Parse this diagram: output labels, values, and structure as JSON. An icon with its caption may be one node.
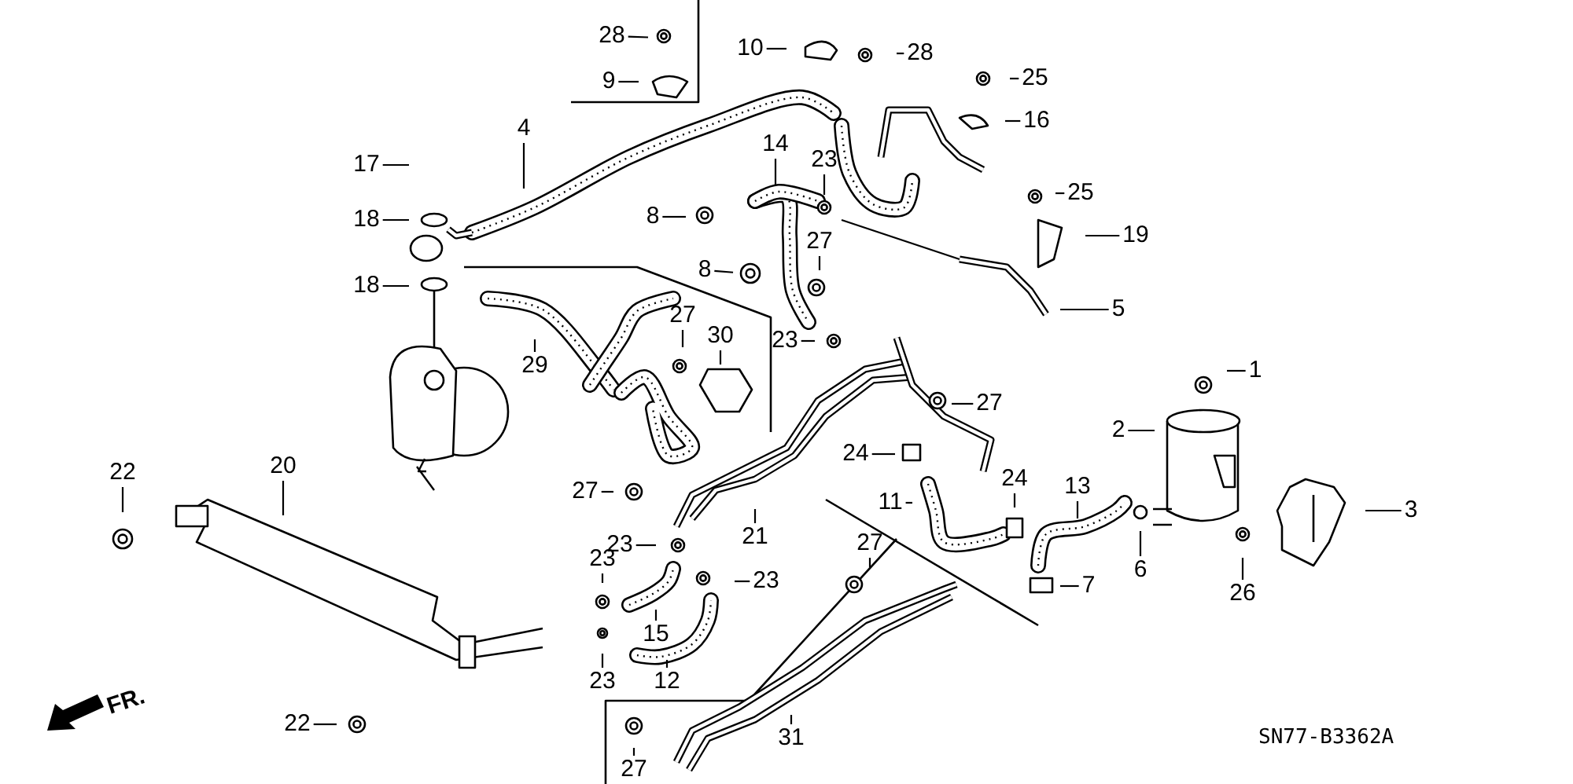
{
  "diagram": {
    "nodes": [
      {
        "text": [
          "28"
        ]
      },
      {
        "text": [
          "9"
        ]
      },
      {
        "text": [
          "10"
        ]
      },
      {
        "text": [
          "28"
        ]
      },
      {
        "text": [
          "25"
        ]
      },
      {
        "text": [
          "16"
        ]
      },
      {
        "text": [
          "4"
        ]
      },
      {
        "text": [
          "17"
        ]
      },
      {
        "text": [
          "18"
        ]
      },
      {
        "text": [
          "8"
        ]
      },
      {
        "text": [
          "14"
        ]
      },
      {
        "text": [
          "23"
        ]
      },
      {
        "text": [
          "25"
        ]
      },
      {
        "text": [
          "19"
        ]
      },
      {
        "text": [
          "18"
        ]
      },
      {
        "text": [
          "8"
        ]
      },
      {
        "text": [
          "27"
        ]
      },
      {
        "text": [
          "5"
        ]
      },
      {
        "text": [
          "23"
        ]
      },
      {
        "text": [
          "29"
        ]
      },
      {
        "text": [
          "27"
        ]
      },
      {
        "text": [
          "30"
        ]
      },
      {
        "text": [
          "1"
        ]
      },
      {
        "text": [
          "27"
        ]
      },
      {
        "text": [
          "2"
        ]
      },
      {
        "text": [
          "22"
        ]
      },
      {
        "text": [
          "20"
        ]
      },
      {
        "text": [
          "27"
        ]
      },
      {
        "text": [
          "24"
        ]
      },
      {
        "text": [
          "11"
        ]
      },
      {
        "text": [
          "24"
        ]
      },
      {
        "text": [
          "13"
        ]
      },
      {
        "text": [
          "3"
        ]
      },
      {
        "text": [
          "21"
        ]
      },
      {
        "text": [
          "23"
        ]
      },
      {
        "text": [
          "23"
        ]
      },
      {
        "text": [
          "23"
        ]
      },
      {
        "text": [
          "6"
        ]
      },
      {
        "text": [
          "7"
        ]
      },
      {
        "text": [
          "26"
        ]
      },
      {
        "text": [
          "15"
        ]
      },
      {
        "text": [
          "27"
        ]
      },
      {
        "text": [
          "23"
        ]
      },
      {
        "text": [
          "12"
        ]
      },
      {
        "text": [
          "22"
        ]
      },
      {
        "text": [
          "31"
        ]
      },
      {
        "text": [
          "27"
        ]
      }
    ],
    "edges": [
      {
        "from": 0,
        "to": null,
        "arrow": "none"
      },
      {
        "from": 1,
        "to": null,
        "arrow": "none"
      },
      {
        "from": 2,
        "to": null,
        "arrow": "none"
      },
      {
        "from": 3,
        "to": null,
        "arrow": "none"
      },
      {
        "from": 4,
        "to": null,
        "arrow": "none"
      },
      {
        "from": 5,
        "to": null,
        "arrow": "none"
      },
      {
        "from": 6,
        "to": null,
        "arrow": "none"
      },
      {
        "from": 7,
        "to": null,
        "arrow": "none"
      },
      {
        "from": 8,
        "to": null,
        "arrow": "none"
      },
      {
        "from": 9,
        "to": null,
        "arrow": "none"
      },
      {
        "from": 10,
        "to": null,
        "arrow": "none"
      },
      {
        "from": 11,
        "to": null,
        "arrow": "none"
      },
      {
        "from": 12,
        "to": null,
        "arrow": "none"
      },
      {
        "from": 13,
        "to": null,
        "arrow": "none"
      },
      {
        "from": 14,
        "to": null,
        "arrow": "none"
      },
      {
        "from": 15,
        "to": null,
        "arrow": "none"
      },
      {
        "from": 16,
        "to": null,
        "arrow": "none"
      },
      {
        "from": 17,
        "to": null,
        "arrow": "none"
      },
      {
        "from": 18,
        "to": null,
        "arrow": "none"
      },
      {
        "from": 19,
        "to": null,
        "arrow": "none"
      },
      {
        "from": 20,
        "to": null,
        "arrow": "none"
      },
      {
        "from": 21,
        "to": null,
        "arrow": "none"
      },
      {
        "from": 22,
        "to": null,
        "arrow": "none"
      },
      {
        "from": 23,
        "to": null,
        "arrow": "none"
      },
      {
        "from": 24,
        "to": null,
        "arrow": "none"
      },
      {
        "from": 25,
        "to": null,
        "arrow": "none"
      },
      {
        "from": 26,
        "to": null,
        "arrow": "none"
      },
      {
        "from": 27,
        "to": null,
        "arrow": "none"
      },
      {
        "from": 28,
        "to": null,
        "arrow": "none"
      },
      {
        "from": 29,
        "to": null,
        "arrow": "none"
      },
      {
        "from": 30,
        "to": null,
        "arrow": "none"
      },
      {
        "from": 31,
        "to": null,
        "arrow": "none"
      },
      {
        "from": 32,
        "to": null,
        "arrow": "none"
      },
      {
        "from": 33,
        "to": null,
        "arrow": "none"
      },
      {
        "from": 34,
        "to": null,
        "arrow": "none"
      },
      {
        "from": 35,
        "to": null,
        "arrow": "none"
      },
      {
        "from": 36,
        "to": null,
        "arrow": "none"
      },
      {
        "from": 37,
        "to": null,
        "arrow": "none"
      },
      {
        "from": 38,
        "to": null,
        "arrow": "none"
      },
      {
        "from": 39,
        "to": null,
        "arrow": "none"
      },
      {
        "from": 40,
        "to": null,
        "arrow": "none"
      },
      {
        "from": 41,
        "to": null,
        "arrow": "none"
      },
      {
        "from": 42,
        "to": null,
        "arrow": "none"
      },
      {
        "from": 43,
        "to": null,
        "arrow": "none"
      },
      {
        "from": 44,
        "to": null,
        "arrow": "none"
      },
      {
        "from": 45,
        "to": null,
        "arrow": "none"
      },
      {
        "from": 46,
        "to": null,
        "arrow": "none"
      }
    ],
    "labels": [
      "FR.",
      "SN77-B3362A"
    ]
  }
}
